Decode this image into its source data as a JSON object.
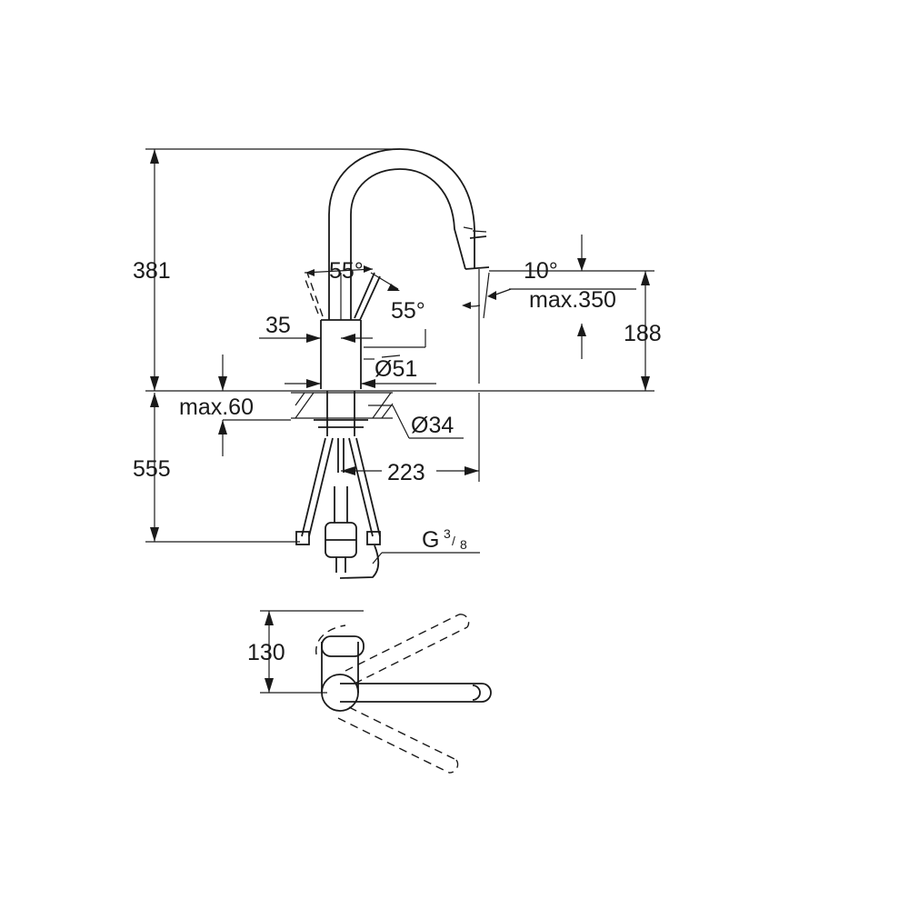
{
  "dimensions": {
    "total_height": "381",
    "lever_angle_left": "55°",
    "lever_angle_right": "55°",
    "spout_angle": "10°",
    "spout_reach": "max.350",
    "spout_height": "188",
    "body_offset": "35",
    "body_diameter": "Ø51",
    "deck_thickness": "max.60",
    "hole_diameter": "Ø34",
    "below_deck_length": "555",
    "projection": "223",
    "connection_thread": "G",
    "connection_sup": "3",
    "connection_sub": "8",
    "top_view_depth": "130"
  },
  "colors": {
    "line": "#1a1a1a",
    "background": "#ffffff"
  }
}
